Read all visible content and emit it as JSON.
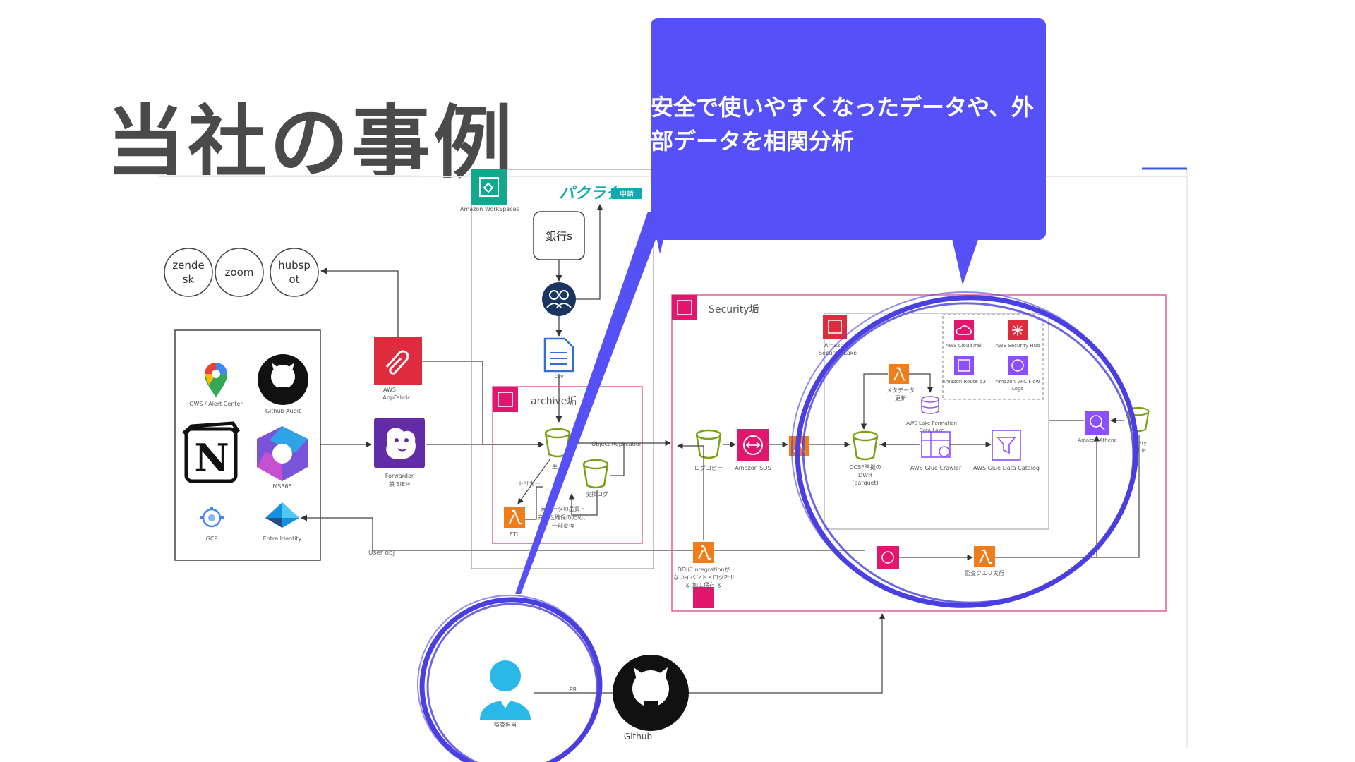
{
  "slide": {
    "title": "当社の事例",
    "callout": {
      "line1": "安全で使いやすくなったデータや、外",
      "line2": "部データを相関分析"
    }
  },
  "diagram": {
    "sources_circles": [
      "zende\nsk",
      "zoom",
      "hubsp\not"
    ],
    "left_panel": {
      "gws": "GWS / Alert Center",
      "github_audit": "Github Audit",
      "ms365": "MS365",
      "gcp": "GCP",
      "entra": "Entra Identity"
    },
    "appfabric": [
      "AWS",
      "AppFabric"
    ],
    "forwarder": [
      "Forwarder",
      "兼 SIEM"
    ],
    "workspaces": "Amazon WorkSpaces",
    "rakuraku": "パクラク",
    "rakuraku_badge": "申請",
    "bank": "銀行s",
    "csv": "csv",
    "archive_label": "archive垢",
    "archive": {
      "trigger": "トリガー",
      "etl": "ETL",
      "object_replication": "Object Replication",
      "transform_log": "変換ログ",
      "note": [
        "元データの品質・",
        "完全性確保のため、",
        "一部変換"
      ],
      "raw_label": "生"
    },
    "security_label": "Security垢",
    "security": {
      "log_copy": "ログコピー",
      "sqs": "Amazon SQS",
      "security_lake": [
        "Amazon",
        "Security Lake"
      ],
      "cloudtrail": "AWS CloudTrail",
      "security_hub": "AWS Security Hub",
      "route53": "Amazon Route 53",
      "vpc_flow": [
        "Amazon VPC Flow",
        "Logs"
      ],
      "metadata": [
        "メタデータ",
        "更新"
      ],
      "lake_formation": [
        "AWS Lake Formation",
        "Data Lake"
      ],
      "ocsf": [
        "OCSF準拠の",
        "DWH",
        "(parquet)"
      ],
      "glue_crawler": "AWS Glue Crawler",
      "glue_catalog": "AWS Glue Data Catalog",
      "athena": "Amazon Athena",
      "query_result": [
        "Query",
        "result"
      ],
      "audit_query": "監査クエリ実行"
    },
    "user_obj": "User obj",
    "ddi": [
      "DDIにintegrationが",
      "ないイベント・ログPoll",
      "＆ 加工保存 ＆"
    ],
    "auditor": "監査担当",
    "pr": "PR",
    "github": "Github"
  },
  "colors": {
    "callout": "#5650f7",
    "marker_circle": "#4a3fe0",
    "aws_orange": "#f07c1a",
    "aws_pink": "#e2166c",
    "aws_red": "#dd2c3d",
    "aws_purple": "#8c4fff",
    "aws_green": "#7aa116",
    "aws_teal": "#11a88e",
    "account_border": "#e25d9a"
  },
  "icons": [
    "zendesk-circle",
    "zoom-circle",
    "hubspot-circle",
    "google-maps-icon",
    "github-icon",
    "notion-icon",
    "ms365-icon",
    "gcp-icon",
    "entra-icon",
    "appfabric-icon",
    "datadog-icon",
    "workspaces-icon",
    "group-icon",
    "csv-doc-icon",
    "s3-bucket-icon",
    "lambda-icon",
    "sqs-icon",
    "security-lake-icon",
    "cloudtrail-icon",
    "security-hub-icon",
    "route53-icon",
    "vpc-flow-icon",
    "glue-crawler-icon",
    "glue-catalog-icon",
    "athena-icon",
    "eventbridge-icon",
    "user-icon"
  ]
}
